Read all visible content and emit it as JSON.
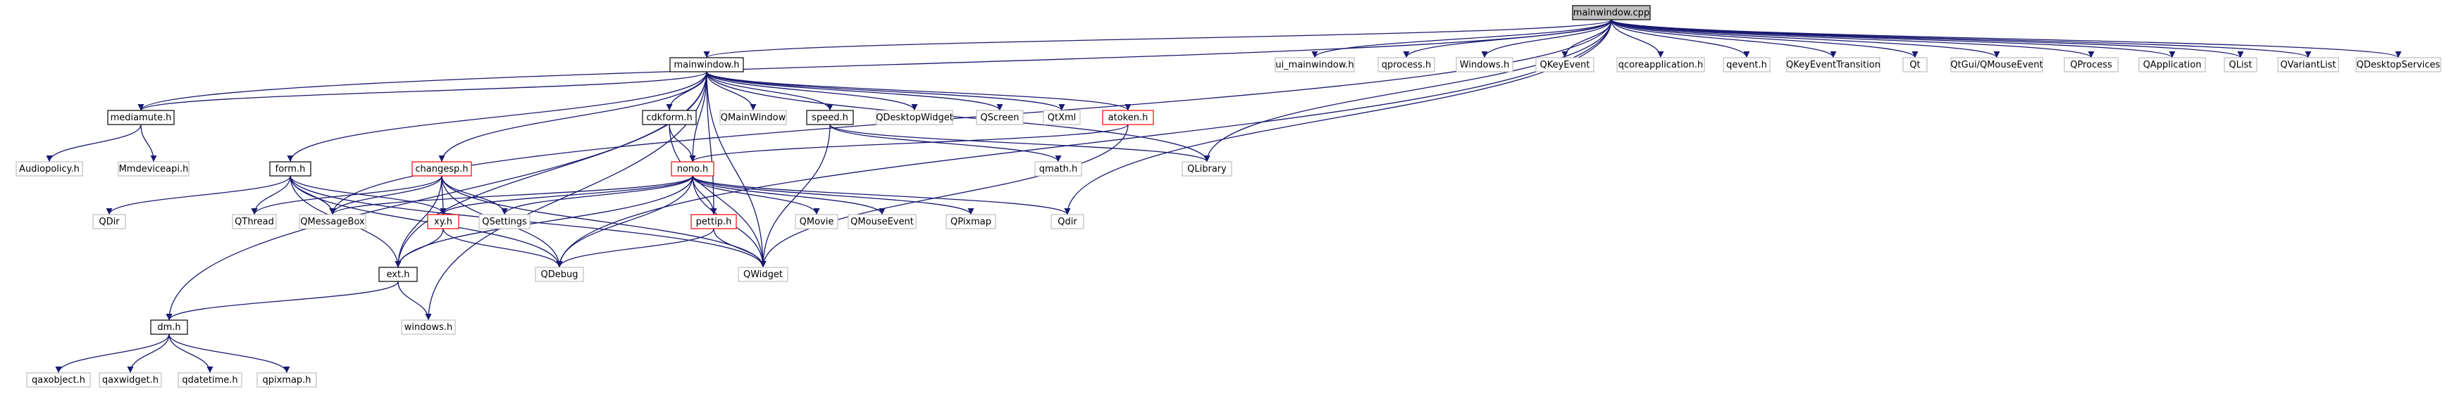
{
  "colors": {
    "edge": "#191970",
    "edge_light": "#a9a9a9",
    "box_plain": "#bfbfbf",
    "box_doc": "#000000",
    "box_incomplete": "#ff0000",
    "root_fill": "#bfbfbf"
  },
  "nodes": [
    {
      "id": "mainwindow_cpp",
      "label": "mainwindow.cpp",
      "kind": "root"
    },
    {
      "id": "mainwindow_h",
      "label": "mainwindow.h",
      "kind": "doc"
    },
    {
      "id": "ui_mainwindow_h",
      "label": "ui_mainwindow.h",
      "kind": "plain"
    },
    {
      "id": "qprocess_h",
      "label": "qprocess.h",
      "kind": "plain"
    },
    {
      "id": "windows_h_cap",
      "label": "Windows.h",
      "kind": "plain"
    },
    {
      "id": "qkeyevent",
      "label": "QKeyEvent",
      "kind": "plain"
    },
    {
      "id": "qcoreapplication_h",
      "label": "qcoreapplication.h",
      "kind": "plain"
    },
    {
      "id": "qevent_h",
      "label": "qevent.h",
      "kind": "plain"
    },
    {
      "id": "qkeyeventtransition",
      "label": "QKeyEventTransition",
      "kind": "plain"
    },
    {
      "id": "qt",
      "label": "Qt",
      "kind": "plain"
    },
    {
      "id": "qtgui_qmouseevent",
      "label": "QtGui/QMouseEvent",
      "kind": "plain"
    },
    {
      "id": "qprocess",
      "label": "QProcess",
      "kind": "plain"
    },
    {
      "id": "qapplication",
      "label": "QApplication",
      "kind": "plain"
    },
    {
      "id": "qlist",
      "label": "QList",
      "kind": "plain"
    },
    {
      "id": "qvariantlist",
      "label": "QVariantList",
      "kind": "plain"
    },
    {
      "id": "qdesktopservices",
      "label": "QDesktopServices",
      "kind": "plain"
    },
    {
      "id": "mediamute_h",
      "label": "mediamute.h",
      "kind": "doc"
    },
    {
      "id": "audiopolicy_h",
      "label": "Audiopolicy.h",
      "kind": "plain"
    },
    {
      "id": "mmdeviceapi_h",
      "label": "Mmdeviceapi.h",
      "kind": "plain"
    },
    {
      "id": "cdkform_h",
      "label": "cdkform.h",
      "kind": "doc"
    },
    {
      "id": "qmainwindow",
      "label": "QMainWindow",
      "kind": "plain"
    },
    {
      "id": "speed_h",
      "label": "speed.h",
      "kind": "doc"
    },
    {
      "id": "qdesktopwidget",
      "label": "QDesktopWidget",
      "kind": "plain"
    },
    {
      "id": "qscreen",
      "label": "QScreen",
      "kind": "plain"
    },
    {
      "id": "qtxml",
      "label": "QtXml",
      "kind": "plain"
    },
    {
      "id": "atoken_h",
      "label": "atoken.h",
      "kind": "incomplete"
    },
    {
      "id": "qlibrary",
      "label": "QLibrary",
      "kind": "plain"
    },
    {
      "id": "qmath_h",
      "label": "qmath.h",
      "kind": "plain"
    },
    {
      "id": "form_h",
      "label": "form.h",
      "kind": "doc"
    },
    {
      "id": "changesp_h",
      "label": "changesp.h",
      "kind": "incomplete"
    },
    {
      "id": "nono_h",
      "label": "nono.h",
      "kind": "incomplete"
    },
    {
      "id": "qdir_left",
      "label": "QDir",
      "kind": "plain"
    },
    {
      "id": "qthread",
      "label": "QThread",
      "kind": "plain"
    },
    {
      "id": "qmessagebox",
      "label": "QMessageBox",
      "kind": "plain"
    },
    {
      "id": "xy_h",
      "label": "xy.h",
      "kind": "incomplete"
    },
    {
      "id": "qsettings",
      "label": "QSettings",
      "kind": "plain"
    },
    {
      "id": "pettip_h",
      "label": "pettip.h",
      "kind": "incomplete"
    },
    {
      "id": "qmovie",
      "label": "QMovie",
      "kind": "plain"
    },
    {
      "id": "qmouseevent",
      "label": "QMouseEvent",
      "kind": "plain"
    },
    {
      "id": "qpixmap",
      "label": "QPixmap",
      "kind": "plain"
    },
    {
      "id": "qdir_right",
      "label": "Qdir",
      "kind": "plain"
    },
    {
      "id": "ext_h",
      "label": "ext.h",
      "kind": "doc"
    },
    {
      "id": "qdebug",
      "label": "QDebug",
      "kind": "plain"
    },
    {
      "id": "qwidget",
      "label": "QWidget",
      "kind": "plain"
    },
    {
      "id": "windows_h",
      "label": "windows.h",
      "kind": "plain"
    },
    {
      "id": "dm_h",
      "label": "dm.h",
      "kind": "doc"
    },
    {
      "id": "qaxobject_h",
      "label": "qaxobject.h",
      "kind": "plain"
    },
    {
      "id": "qaxwidget_h",
      "label": "qaxwidget.h",
      "kind": "plain"
    },
    {
      "id": "qdatetime_h",
      "label": "qdatetime.h",
      "kind": "plain"
    },
    {
      "id": "qpixmap_h",
      "label": "qpixmap.h",
      "kind": "plain"
    }
  ],
  "edges": [
    [
      "mainwindow_cpp",
      "mainwindow_h"
    ],
    [
      "mainwindow_cpp",
      "ui_mainwindow_h"
    ],
    [
      "mainwindow_cpp",
      "qprocess_h"
    ],
    [
      "mainwindow_cpp",
      "windows_h_cap"
    ],
    [
      "mainwindow_cpp",
      "qkeyevent"
    ],
    [
      "mainwindow_cpp",
      "qcoreapplication_h"
    ],
    [
      "mainwindow_cpp",
      "qevent_h"
    ],
    [
      "mainwindow_cpp",
      "qkeyeventtransition"
    ],
    [
      "mainwindow_cpp",
      "qt"
    ],
    [
      "mainwindow_cpp",
      "qtgui_qmouseevent"
    ],
    [
      "mainwindow_cpp",
      "qprocess"
    ],
    [
      "mainwindow_cpp",
      "qapplication"
    ],
    [
      "mainwindow_cpp",
      "qlist"
    ],
    [
      "mainwindow_cpp",
      "qvariantlist"
    ],
    [
      "mainwindow_cpp",
      "qdesktopservices"
    ],
    [
      "mainwindow_cpp",
      "mediamute_h"
    ],
    [
      "mainwindow_cpp",
      "qlibrary"
    ],
    [
      "mainwindow_cpp",
      "qdir_right"
    ],
    [
      "mainwindow_cpp",
      "qmessagebox"
    ],
    [
      "mainwindow_cpp",
      "qdebug"
    ],
    [
      "mainwindow_h",
      "mediamute_h"
    ],
    [
      "mainwindow_h",
      "cdkform_h"
    ],
    [
      "mainwindow_h",
      "qmainwindow"
    ],
    [
      "mainwindow_h",
      "speed_h"
    ],
    [
      "mainwindow_h",
      "qdesktopwidget"
    ],
    [
      "mainwindow_h",
      "qscreen"
    ],
    [
      "mainwindow_h",
      "qtxml"
    ],
    [
      "mainwindow_h",
      "atoken_h"
    ],
    [
      "mainwindow_h",
      "form_h"
    ],
    [
      "mainwindow_h",
      "changesp_h"
    ],
    [
      "mainwindow_h",
      "nono_h"
    ],
    [
      "mainwindow_h",
      "pettip_h"
    ],
    [
      "mainwindow_h",
      "ext_h"
    ],
    [
      "mainwindow_h",
      "dm_h"
    ],
    [
      "mainwindow_h",
      "qwidget"
    ],
    [
      "mainwindow_h",
      "windows_h"
    ],
    [
      "mainwindow_h",
      "qlibrary"
    ],
    [
      "mediamute_h",
      "audiopolicy_h"
    ],
    [
      "mediamute_h",
      "mmdeviceapi_h"
    ],
    [
      "cdkform_h",
      "nono_h"
    ],
    [
      "cdkform_h",
      "qwidget"
    ],
    [
      "speed_h",
      "qmath_h"
    ],
    [
      "speed_h",
      "qlibrary"
    ],
    [
      "speed_h",
      "qwidget"
    ],
    [
      "atoken_h",
      "nono_h"
    ],
    [
      "atoken_h",
      "qwidget"
    ],
    [
      "form_h",
      "qdir_left"
    ],
    [
      "form_h",
      "qthread"
    ],
    [
      "form_h",
      "qmessagebox"
    ],
    [
      "form_h",
      "xy_h"
    ],
    [
      "form_h",
      "ext_h"
    ],
    [
      "form_h",
      "qdebug"
    ],
    [
      "form_h",
      "qwidget"
    ],
    [
      "changesp_h",
      "qthread"
    ],
    [
      "changesp_h",
      "qmessagebox"
    ],
    [
      "changesp_h",
      "xy_h"
    ],
    [
      "changesp_h",
      "ext_h"
    ],
    [
      "changesp_h",
      "qdebug"
    ],
    [
      "changesp_h",
      "qwidget"
    ],
    [
      "changesp_h",
      "qsettings"
    ],
    [
      "nono_h",
      "qmessagebox"
    ],
    [
      "nono_h",
      "xy_h"
    ],
    [
      "nono_h",
      "qsettings"
    ],
    [
      "nono_h",
      "pettip_h"
    ],
    [
      "nono_h",
      "qmovie"
    ],
    [
      "nono_h",
      "qmouseevent"
    ],
    [
      "nono_h",
      "qpixmap"
    ],
    [
      "nono_h",
      "qdir_right"
    ],
    [
      "nono_h",
      "ext_h"
    ],
    [
      "nono_h",
      "qdebug"
    ],
    [
      "nono_h",
      "qwidget"
    ],
    [
      "xy_h",
      "ext_h"
    ],
    [
      "xy_h",
      "qdebug"
    ],
    [
      "pettip_h",
      "qdebug"
    ],
    [
      "pettip_h",
      "qwidget"
    ],
    [
      "ext_h",
      "windows_h"
    ],
    [
      "ext_h",
      "dm_h"
    ],
    [
      "dm_h",
      "qaxobject_h"
    ],
    [
      "dm_h",
      "qaxwidget_h"
    ],
    [
      "dm_h",
      "qdatetime_h"
    ],
    [
      "dm_h",
      "qpixmap_h"
    ]
  ]
}
